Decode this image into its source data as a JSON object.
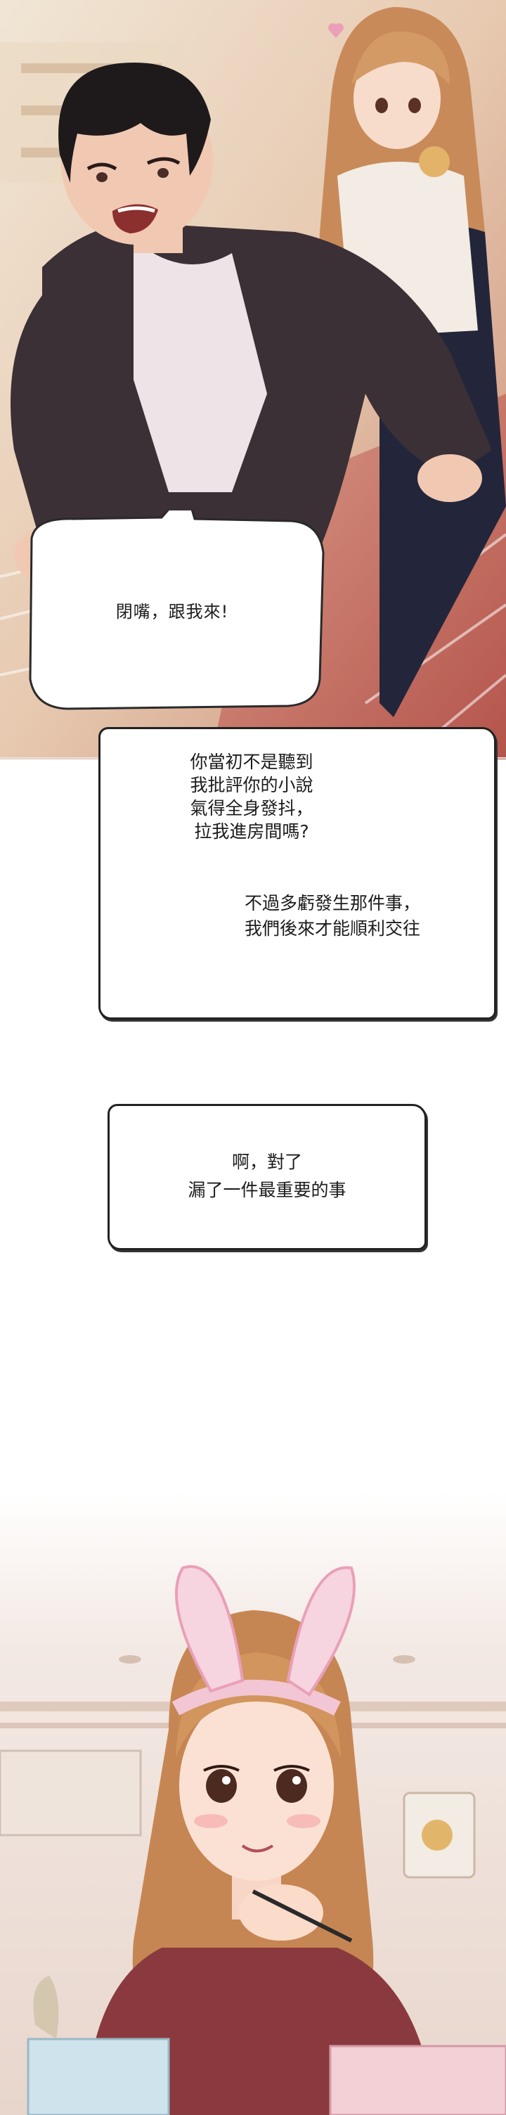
{
  "panels": [
    {
      "id": "panel-1",
      "speech_bubble": {
        "text": "閉嘴，跟我來!"
      }
    },
    {
      "id": "caption-1",
      "lines_a": "你當初不是聽到\n我批評你的小說\n氣得全身發抖，\n拉我進房間嗎?",
      "lines_b": "不過多虧發生那件事，\n我們後來才能順利交往"
    },
    {
      "id": "caption-2",
      "lines": "啊，對了\n漏了一件最重要的事"
    },
    {
      "id": "panel-2"
    }
  ],
  "colors": {
    "accent_pink": "#e9a0b8",
    "hair_dark": "#1e1a1c",
    "hair_light": "#d49a66",
    "sweater_red": "#8a3a3e",
    "jacket": "#3a3036"
  }
}
